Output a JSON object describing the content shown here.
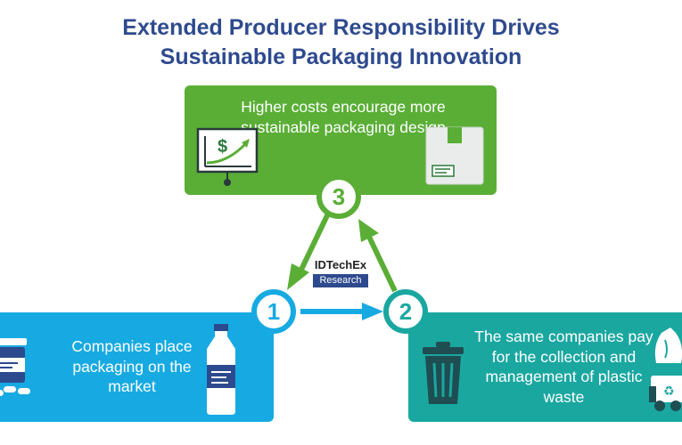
{
  "title": {
    "line1": "Extended Producer Responsibility Drives",
    "line2": "Sustainable Packaging Innovation"
  },
  "steps": [
    {
      "number": "1",
      "text": "Companies place packaging on the market"
    },
    {
      "number": "2",
      "text": "The same companies pay for the collection and management of plastic waste"
    },
    {
      "number": "3",
      "text": "Higher costs encourage more sustainable packaging design"
    }
  ],
  "logo": {
    "name": "IDTechEx",
    "sub": "Research"
  },
  "icons": {
    "step3_left": "rising-cost-chart-icon",
    "step3_right": "cardboard-box-icon",
    "step1_left": "pill-bottle-icon",
    "step1_right": "water-bottle-icon",
    "step2_left": "trash-can-icon",
    "step2_right": "garbage-truck-recycle-icon"
  },
  "colors": {
    "title": "#2e4a8e",
    "step1": "#17aae2",
    "step2": "#1aa7a0",
    "step3": "#5aae36"
  }
}
